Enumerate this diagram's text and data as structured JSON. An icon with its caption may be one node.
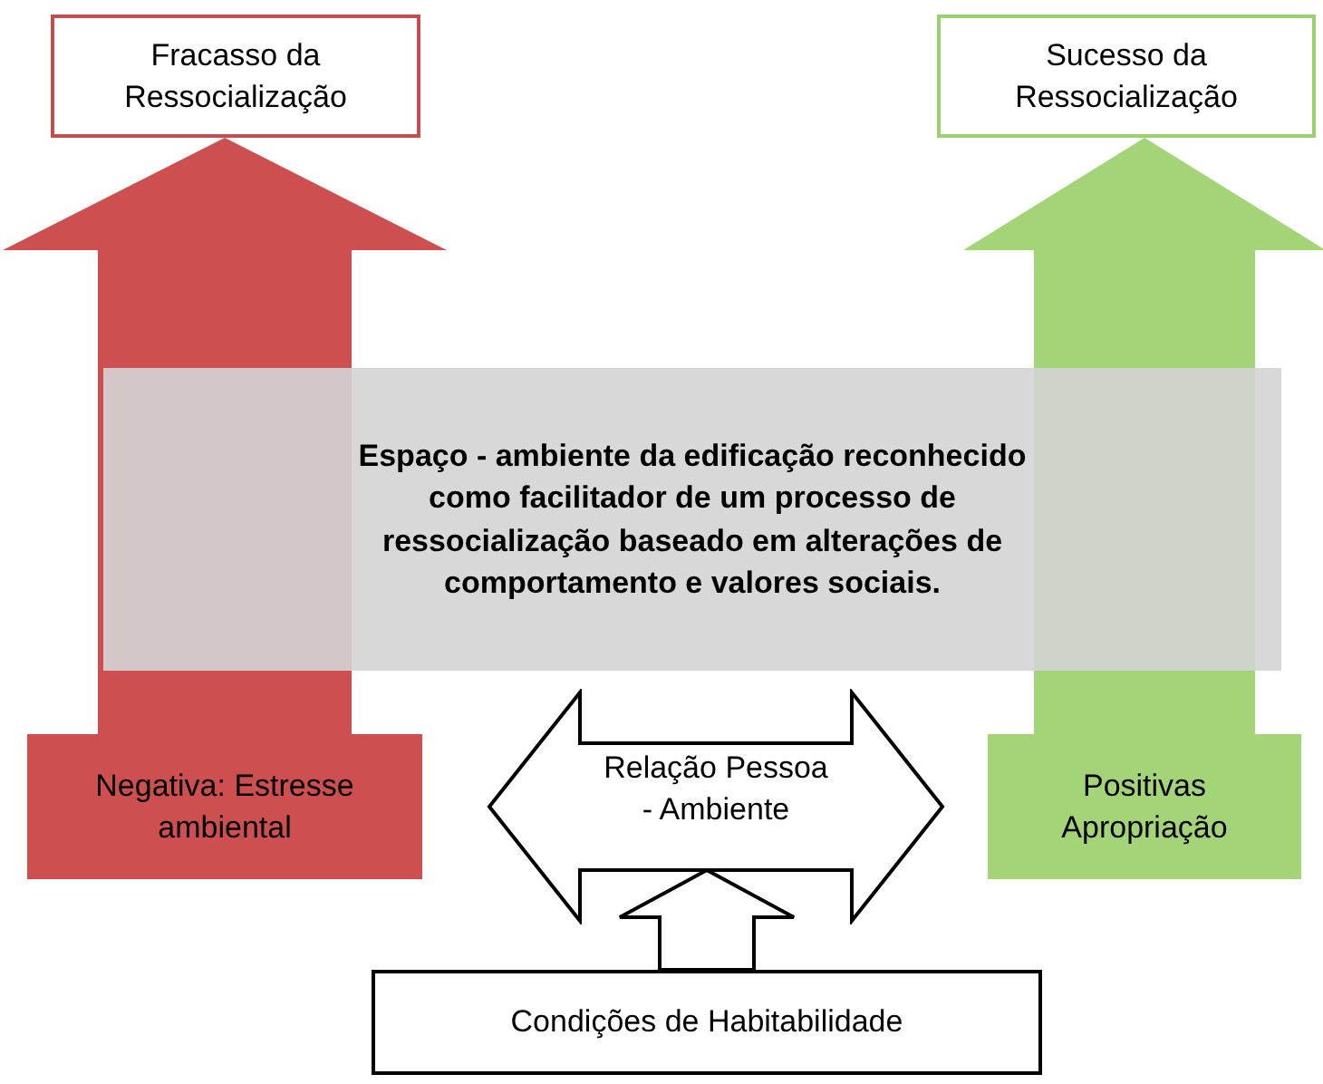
{
  "diagram": {
    "nodes": [
      {
        "text": [
          "Fracasso da Ressocialização"
        ]
      },
      {
        "text": [
          "Sucesso da Ressocialização"
        ]
      },
      {
        "text": [
          "Espaço  -  ambiente da edificação reconhecido como facilitador de um processo de ressocialização baseado em alterações de comportamento e valores sociais."
        ]
      },
      {
        "text": [
          "Negativa: Estresse ambiental"
        ]
      },
      {
        "text": [
          "Relação Pessoa - Ambiente"
        ]
      },
      {
        "text": [
          "Positivas Apropriação"
        ]
      },
      {
        "text": [
          "Condições de Habitabilidade"
        ]
      }
    ],
    "edges": [
      {
        "from": 3,
        "to": 0,
        "arrow": "to",
        "color": "#cd4f4f"
      },
      {
        "from": 5,
        "to": 1,
        "arrow": "to",
        "color": "#a3d477"
      },
      {
        "from": 6,
        "to": 4,
        "arrow": "to"
      }
    ]
  }
}
